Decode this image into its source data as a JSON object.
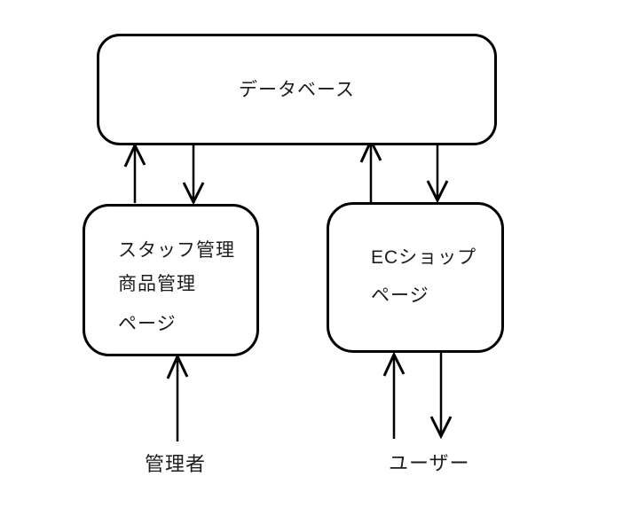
{
  "diagram": {
    "type": "architecture-flow",
    "colors": {
      "ink": "#000000",
      "text": "#1c1c1c",
      "background": "#ffffff"
    },
    "nodes": {
      "database": {
        "label": "データベース"
      },
      "admin_pages": {
        "lines": [
          "スタッフ管理",
          "商品管理",
          "ページ"
        ]
      },
      "ec_shop": {
        "lines": [
          "ECショップ",
          "ページ"
        ]
      }
    },
    "actors": {
      "admin": {
        "label": "管理者"
      },
      "user": {
        "label": "ユーザー"
      }
    },
    "edges": [
      {
        "from": "admin_pages",
        "to": "database",
        "direction": "up"
      },
      {
        "from": "database",
        "to": "admin_pages",
        "direction": "down"
      },
      {
        "from": "ec_shop",
        "to": "database",
        "direction": "up"
      },
      {
        "from": "database",
        "to": "ec_shop",
        "direction": "down"
      },
      {
        "from": "admin",
        "to": "admin_pages",
        "direction": "up"
      },
      {
        "from": "user",
        "to": "ec_shop",
        "direction": "up"
      },
      {
        "from": "ec_shop",
        "to": "user",
        "direction": "down"
      }
    ]
  }
}
